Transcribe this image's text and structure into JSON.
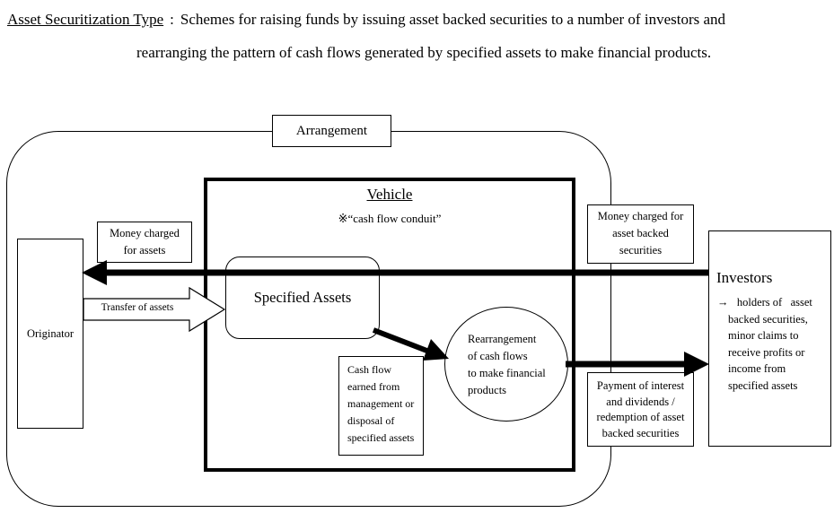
{
  "title": {
    "heading": "Asset Securitization Type",
    "separator": ":",
    "line1_rest": "Schemes for raising funds by issuing asset backed securities to a number of investors and",
    "line2": "rearranging the pattern of cash flows generated by specified assets to make financial products."
  },
  "arrangement": {
    "label": "Arrangement"
  },
  "vehicle": {
    "title": "Vehicle",
    "subtitle": "※“cash flow conduit”"
  },
  "originator": {
    "label": "Originator"
  },
  "money_assets": {
    "lines": [
      "Money charged",
      "for assets"
    ]
  },
  "transfer": {
    "label": "Transfer of assets"
  },
  "specified_assets": {
    "label": "Specified Assets"
  },
  "cash_flow": {
    "lines": [
      "Cash flow",
      "earned from",
      "management or",
      "disposal of",
      "specified assets"
    ]
  },
  "rearrangement": {
    "lines": [
      "Rearrangement",
      "of cash flows",
      "to make financial",
      "products"
    ]
  },
  "money_abs": {
    "lines": [
      "Money charged for",
      "asset backed",
      "securities"
    ]
  },
  "payment": {
    "lines": [
      "Payment of interest",
      "and dividends /",
      "redemption of asset",
      "backed securities"
    ]
  },
  "investors": {
    "heading": "Investors",
    "note_lines": [
      "→   holders of   asset",
      "backed securities,",
      "minor claims to",
      "receive profits or",
      "income from",
      "specified assets"
    ]
  },
  "colors": {
    "ink": "#000000",
    "background": "#ffffff"
  }
}
